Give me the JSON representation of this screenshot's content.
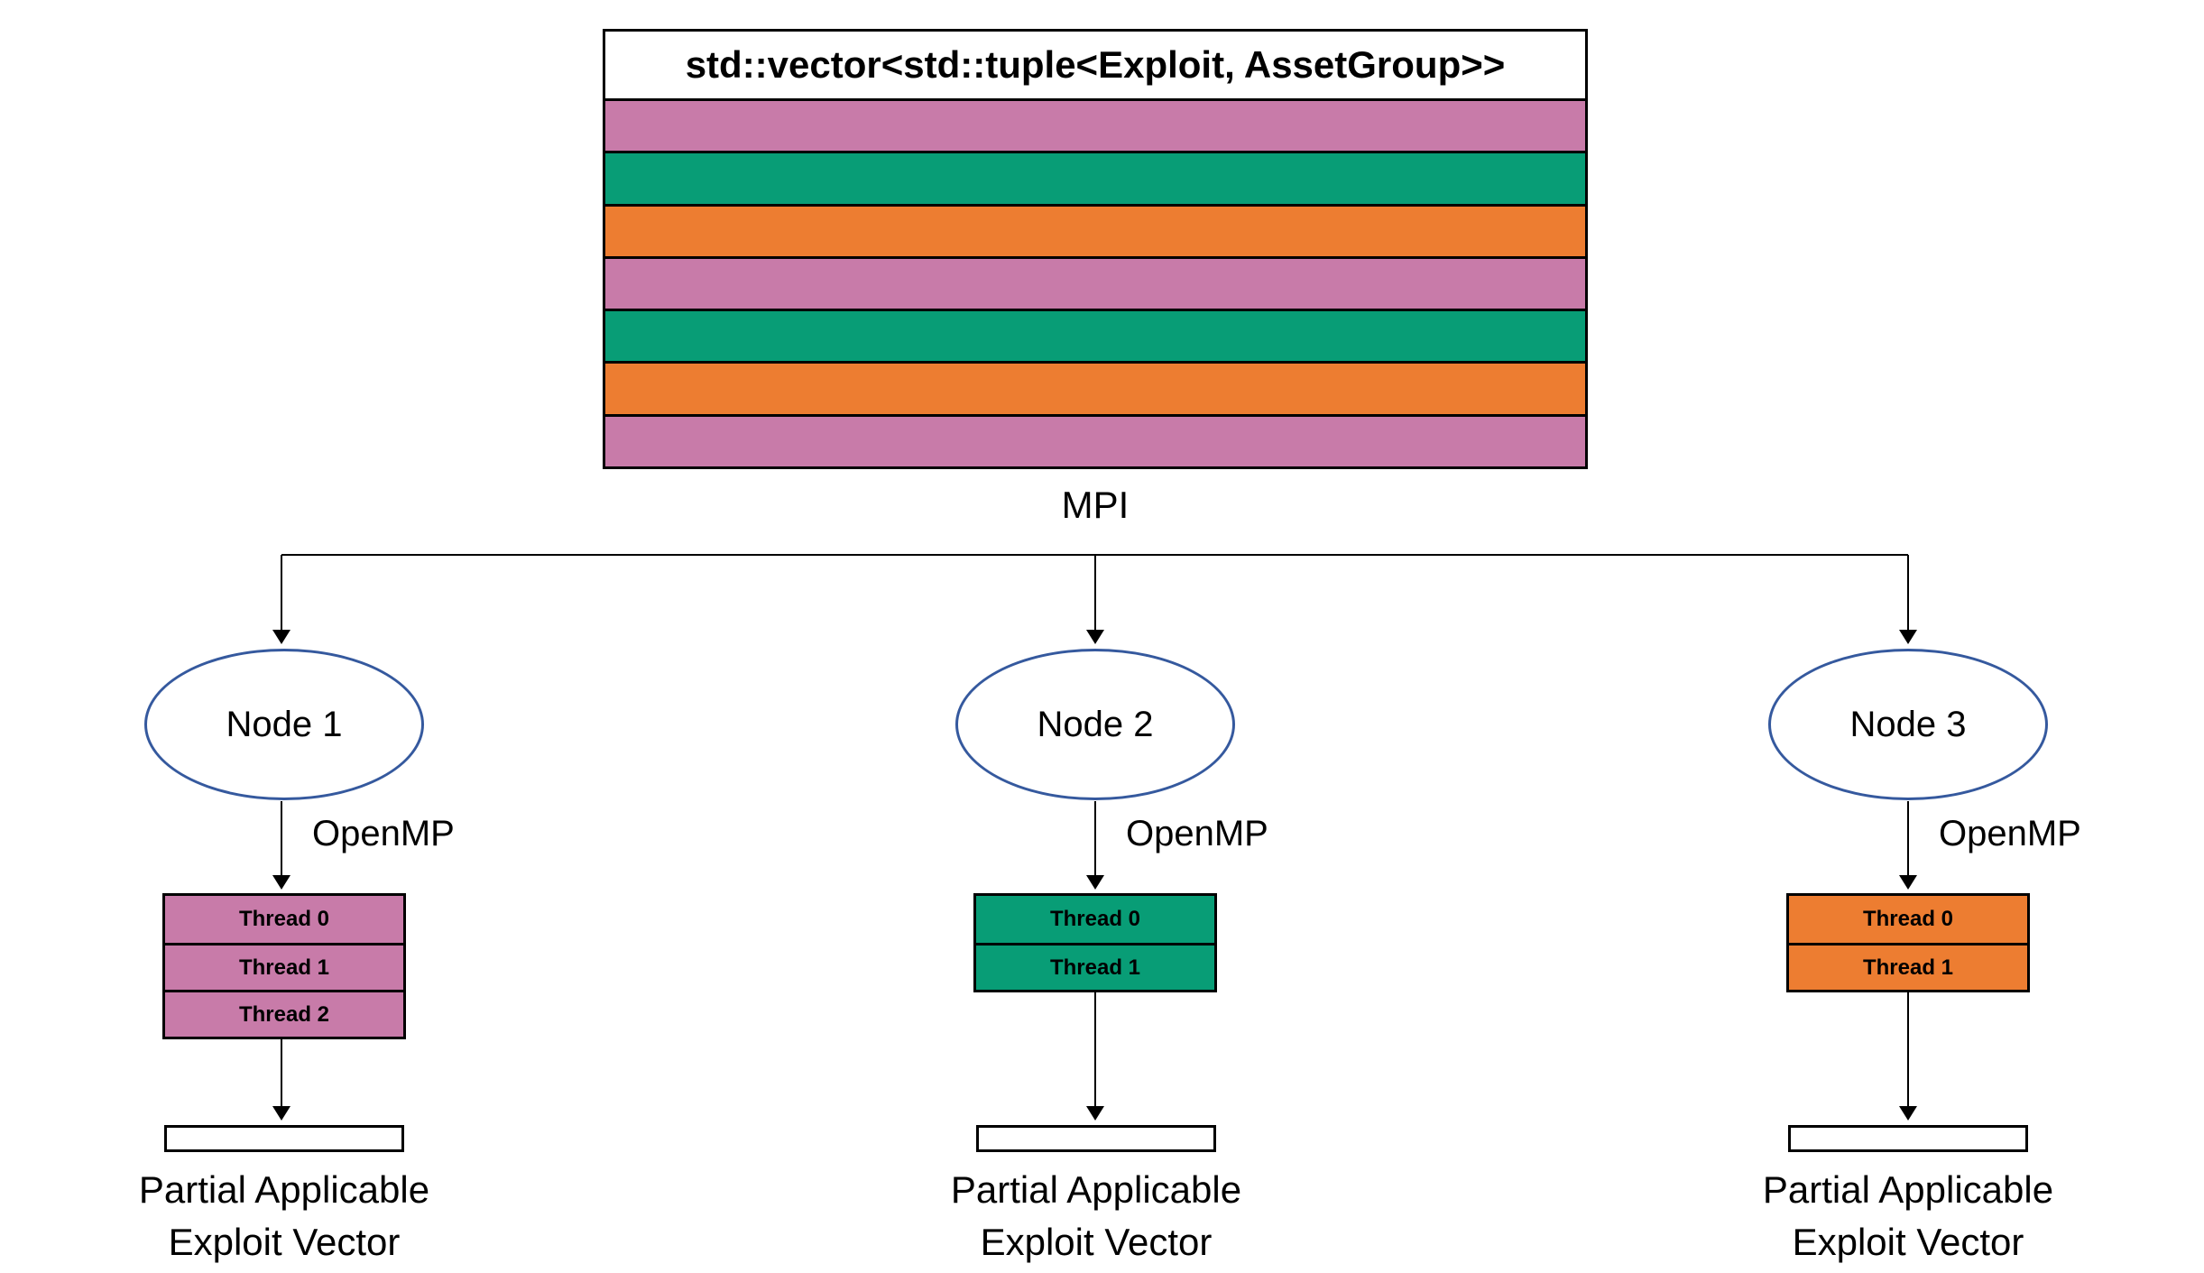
{
  "palette": {
    "pink": "#C87BA9",
    "green": "#089D76",
    "orange": "#ED7D31",
    "node_border_blue": "#35599E",
    "connector_black": "#000000"
  },
  "vector_box": {
    "title": "std::vector<std::tuple<Exploit, AssetGroup>>",
    "rows": [
      "pink",
      "green",
      "orange",
      "pink",
      "green",
      "orange",
      "pink"
    ]
  },
  "labels": {
    "mpi": "MPI"
  },
  "nodes": [
    {
      "label": "Node 1",
      "openmp_label": "OpenMP",
      "thread_color": "pink",
      "threads": [
        "Thread 0",
        "Thread 1",
        "Thread 2"
      ],
      "caption": [
        "Partial Applicable",
        "Exploit Vector"
      ]
    },
    {
      "label": "Node 2",
      "openmp_label": "OpenMP",
      "thread_color": "green",
      "threads": [
        "Thread 0",
        "Thread 1"
      ],
      "caption": [
        "Partial Applicable",
        "Exploit Vector"
      ]
    },
    {
      "label": "Node 3",
      "openmp_label": "OpenMP",
      "thread_color": "orange",
      "threads": [
        "Thread 0",
        "Thread 1"
      ],
      "caption": [
        "Partial Applicable",
        "Exploit Vector"
      ]
    }
  ]
}
